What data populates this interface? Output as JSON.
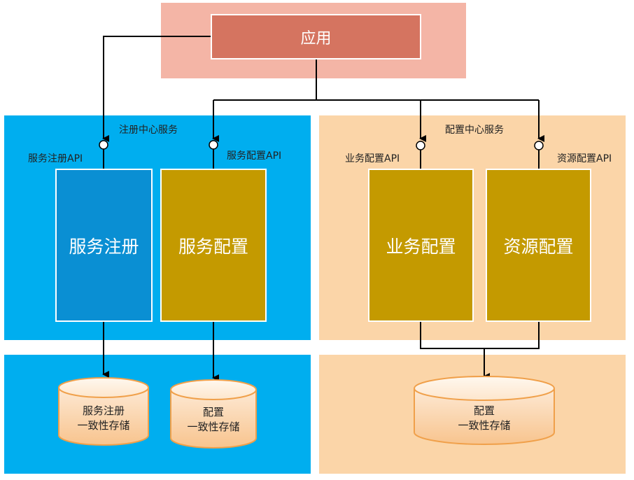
{
  "app": {
    "label": "应用"
  },
  "registry": {
    "title": "注册中心服务",
    "api_register": "服务注册API",
    "api_config": "服务配置API",
    "box_register": "服务注册",
    "box_config": "服务配置",
    "store_register_line1": "服务注册",
    "store_register_line2": "一致性存储",
    "store_config_line1": "配置",
    "store_config_line2": "一致性存储"
  },
  "config_center": {
    "title": "配置中心服务",
    "api_business": "业务配置API",
    "api_resource": "资源配置API",
    "box_business": "业务配置",
    "box_resource": "资源配置",
    "store_line1": "配置",
    "store_line2": "一致性存储"
  },
  "colors": {
    "blue_panel": "#00aeef",
    "peach_panel": "#fbd5a8",
    "pink_panel": "#f4b5a6",
    "app_box": "#d57460",
    "service_blue": "#0a8fd3",
    "service_gold": "#c49a00"
  }
}
